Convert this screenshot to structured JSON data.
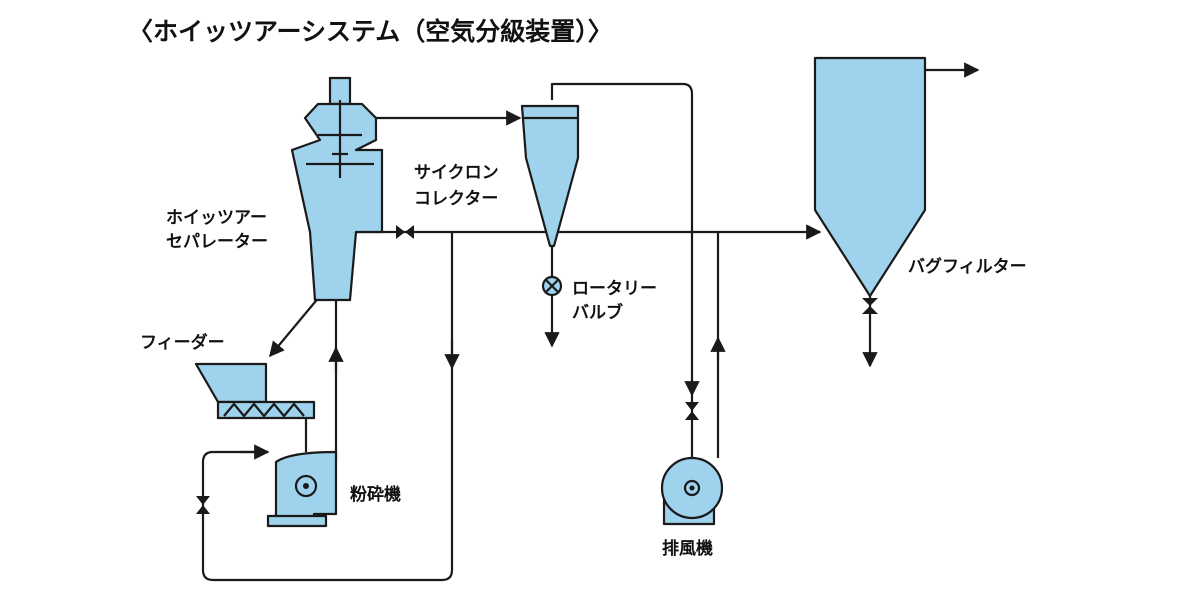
{
  "diagram": {
    "title": "〈ホイッツアーシステム（空気分級装置）〉",
    "labels": {
      "separator_line1": "ホイッツアー",
      "separator_line2": "セパレーター",
      "cyclone_line1": "サイクロン",
      "cyclone_line2": "コレクター",
      "rotary_line1": "ロータリー",
      "rotary_line2": "バルブ",
      "bag_filter": "バグフィルター",
      "feeder": "フィーダー",
      "mill": "粉砕機",
      "blower": "排風機"
    },
    "colors": {
      "equipment_fill": "#9fd2ec",
      "line": "#1a1a1a",
      "background": "#ffffff"
    }
  }
}
